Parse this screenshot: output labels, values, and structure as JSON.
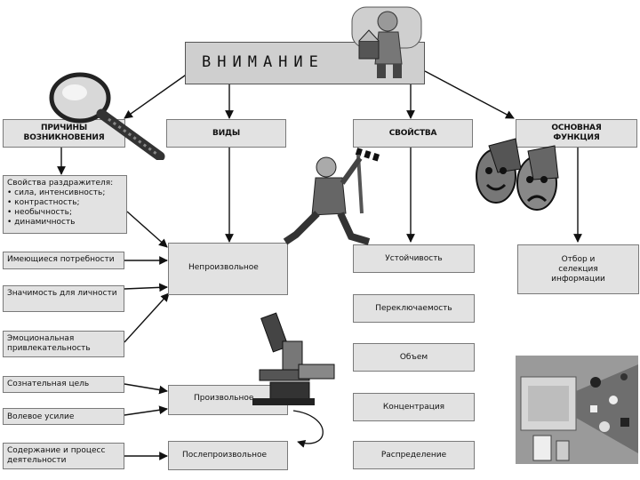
{
  "title": "ВНИМАНИЕ",
  "headers": {
    "causes": "ПРИЧИНЫ ВОЗНИКНОВЕНИЯ",
    "types": "ВИДЫ",
    "properties": "СВОЙСТВА",
    "functions": "ОСНОВНАЯ ФУНКЦИЯ"
  },
  "causes": {
    "stimulus_title": "Свойства раздражителя:",
    "stimulus_items": [
      "сила, интенсивность;",
      "контрастность;",
      "необычность;",
      "динамичность"
    ],
    "needs": "Имеющиеся потребности",
    "significance": "Значимость для личности",
    "emotional": "Эмоциональная привлекательность",
    "conscious_goal": "Сознательная цель",
    "volitional": "Волевое усилие",
    "activity": "Содержание и процесс деятельности"
  },
  "types": {
    "involuntary": "Непроизвольное",
    "voluntary": "Произвольное",
    "post_voluntary": "Послепроизвольное"
  },
  "properties": {
    "stability": "Устойчивость",
    "switching": "Переключаемость",
    "volume": "Объем",
    "concentration": "Концентрация",
    "distribution": "Распределение"
  },
  "functions": {
    "selection": "Отбор и селекция информации"
  },
  "icons": [
    "magnifier-icon",
    "child-figure-icon",
    "running-man-icon",
    "binoculars-masks-icon",
    "microscope-icon",
    "abstract-shapes-icon"
  ]
}
